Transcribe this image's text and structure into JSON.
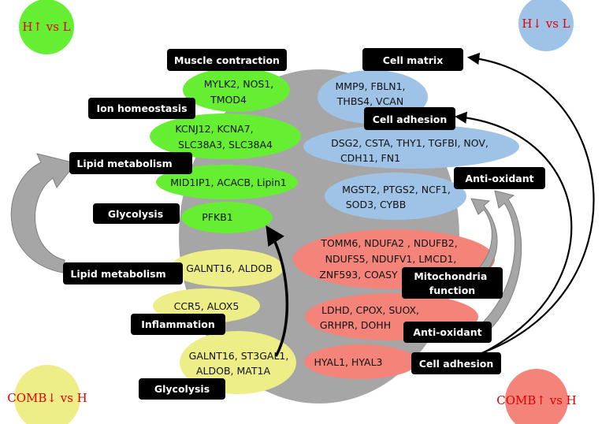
{
  "colors": {
    "up_h": "#66ee33",
    "down_h": "#9fc3e6",
    "down_comb": "#eeee88",
    "up_comb": "#f4847a",
    "center": "#a6a6a6",
    "label_box": "#000000",
    "legend_text": "#e00000"
  },
  "legend": {
    "h_up": "H↑ vs L",
    "h_down": "H↓ vs L",
    "comb_down": "COMB↓ vs H",
    "comb_up": "COMB↑ vs H"
  },
  "labels": {
    "muscle_contraction": "Muscle contraction",
    "ion_homeostasis": "Ion homeostasis",
    "lipid_metabolism_top": "Lipid metabolism",
    "glycolysis_top": "Glycolysis",
    "lipid_metabolism_mid": "Lipid metabolism",
    "inflammation": "Inflammation",
    "glycolysis_bottom": "Glycolysis",
    "cell_matrix": "Cell matrix",
    "cell_adhesion_top": "Cell adhesion",
    "anti_oxidant_top": "Anti-oxidant",
    "mito_line1": "Mitochondria",
    "mito_line2": "function",
    "anti_oxidant_bottom": "Anti-oxidant",
    "cell_adhesion_bottom": "Cell adhesion"
  },
  "genes": {
    "g1": [
      "MYLK2, NOS1,",
      "TMOD4"
    ],
    "g2": [
      "KCNJ12, KCNA7,",
      "SLC38A3, SLC38A4"
    ],
    "g3": [
      "MID1IP1, ACACB, Lipin1"
    ],
    "g4": [
      "PFKB1"
    ],
    "b1": [
      "MMP9, FBLN1,",
      "THBS4, VCAN"
    ],
    "b2": [
      "DSG2, CSTA,  THY1, TGFBI, NOV,",
      "CDH11, FN1"
    ],
    "b3": [
      "MGST2, PTGS2, NCF1,",
      "SOD3, CYBB"
    ],
    "y1": [
      "GALNT16, ALDOB"
    ],
    "y2": [
      "CCR5, ALOX5"
    ],
    "y3": [
      "GALNT16, ST3GAL1,",
      "ALDOB, MAT1A"
    ],
    "r1": [
      "TOMM6, NDUFA2 , NDUFB2,",
      "NDUFS5, NDUFV1, LMCD1,",
      "ZNF593, COASY"
    ],
    "r2": [
      "LDHD, CPOX, SUOX,",
      "GRHPR, DOHH"
    ],
    "r3": [
      "HYAL1, HYAL3"
    ]
  }
}
